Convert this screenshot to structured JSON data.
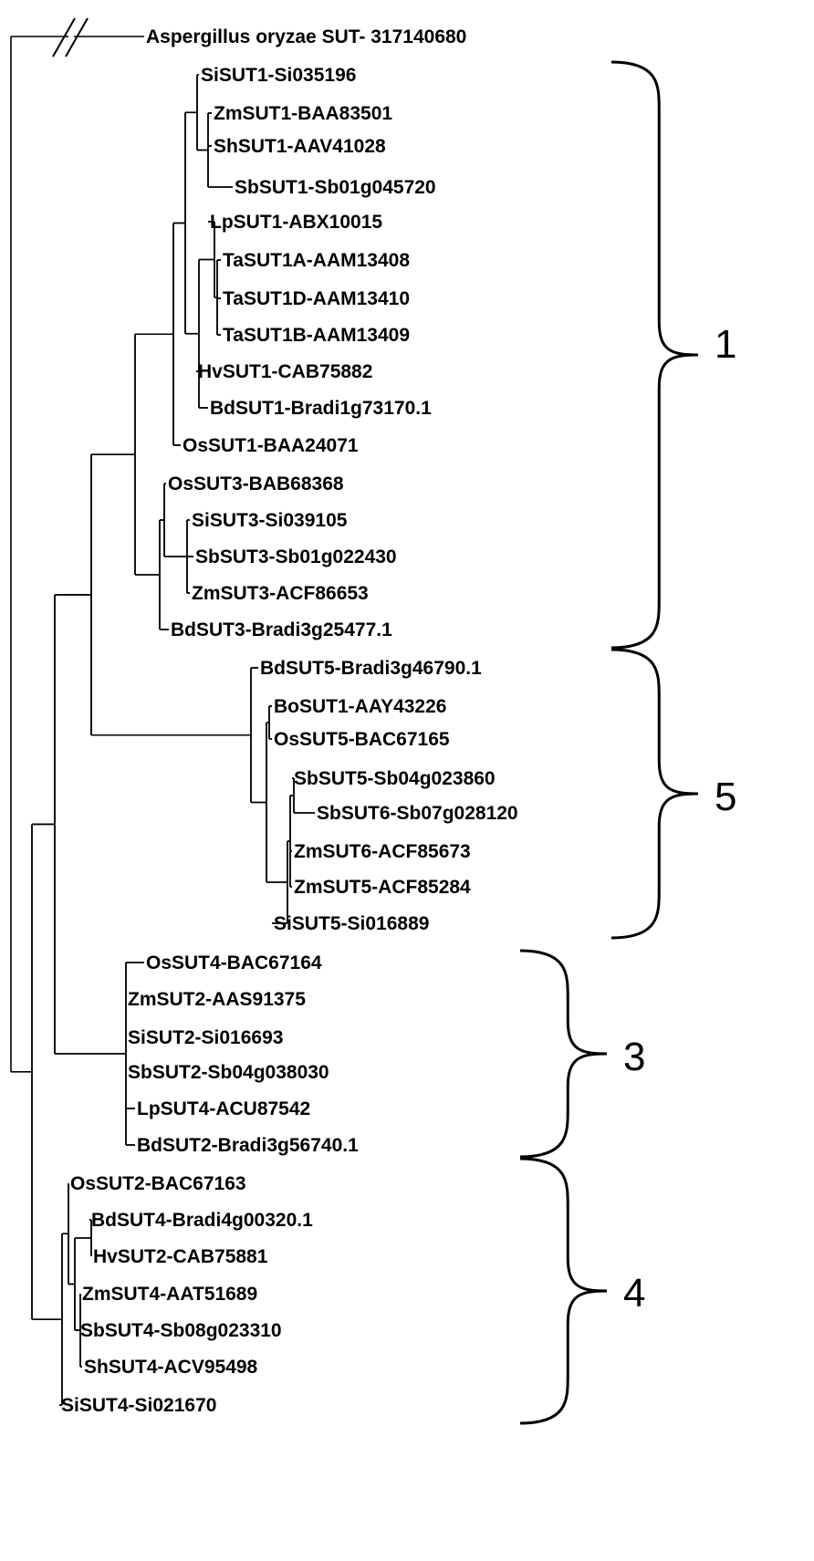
{
  "colors": {
    "line": "#000000",
    "text": "#000000",
    "background": "#ffffff"
  },
  "leaves": [
    "Aspergillus oryzae SUT- 317140680",
    "SiSUT1-Si035196",
    "ZmSUT1-BAA83501",
    "ShSUT1-AAV41028",
    "SbSUT1-Sb01g045720",
    "LpSUT1-ABX10015",
    "TaSUT1A-AAM13408",
    "TaSUT1D-AAM13410",
    "TaSUT1B-AAM13409",
    "HvSUT1-CAB75882",
    "BdSUT1-Bradi1g73170.1",
    "OsSUT1-BAA24071",
    "OsSUT3-BAB68368",
    "SiSUT3-Si039105",
    "SbSUT3-Sb01g022430",
    "ZmSUT3-ACF86653",
    "BdSUT3-Bradi3g25477.1",
    "BdSUT5-Bradi3g46790.1",
    "BoSUT1-AAY43226",
    "OsSUT5-BAC67165",
    "SbSUT5-Sb04g023860",
    "SbSUT6-Sb07g028120",
    "ZmSUT6-ACF85673",
    "ZmSUT5-ACF85284",
    "SiSUT5-Si016889",
    "OsSUT4-BAC67164",
    "ZmSUT2-AAS91375",
    "SiSUT2-Si016693",
    "SbSUT2-Sb04g038030",
    "LpSUT4-ACU87542",
    "BdSUT2-Bradi3g56740.1",
    "OsSUT2-BAC67163",
    "BdSUT4-Bradi4g00320.1",
    "HvSUT2-CAB75881",
    "ZmSUT4-AAT51689",
    "SbSUT4-Sb08g023310",
    "ShSUT4-ACV95498",
    "SiSUT4-Si021670"
  ],
  "clades": [
    {
      "label": "1"
    },
    {
      "label": "5"
    },
    {
      "label": "3"
    },
    {
      "label": "4"
    }
  ]
}
